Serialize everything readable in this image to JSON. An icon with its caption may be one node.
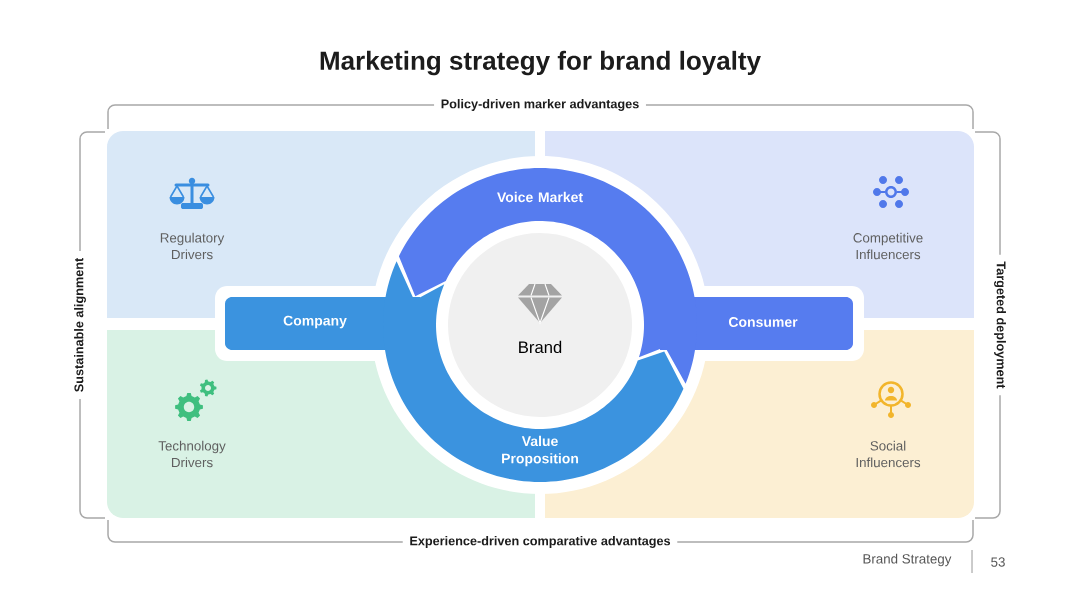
{
  "diagram": {
    "title": "Marketing strategy for brand loyalty",
    "nodes": [
      {
        "text": [
          "Regulatory Drivers"
        ]
      },
      {
        "text": [
          "Voice Market"
        ]
      },
      {
        "text": [
          "Competitive Influencers"
        ]
      },
      {
        "text": [
          "Company"
        ]
      },
      {
        "text": [
          "Brand"
        ]
      },
      {
        "text": [
          "Consumer"
        ]
      },
      {
        "text": [
          "Technology Drivers"
        ]
      },
      {
        "text": [
          "Value Proposition"
        ]
      },
      {
        "text": [
          "Social Influencers"
        ]
      }
    ],
    "labels": [
      "Policy-driven marker advantages",
      "Sustainable alignment",
      "Targeted deployment",
      "Experience-driven comparative advantages",
      "Brand Strategy",
      "53"
    ]
  }
}
